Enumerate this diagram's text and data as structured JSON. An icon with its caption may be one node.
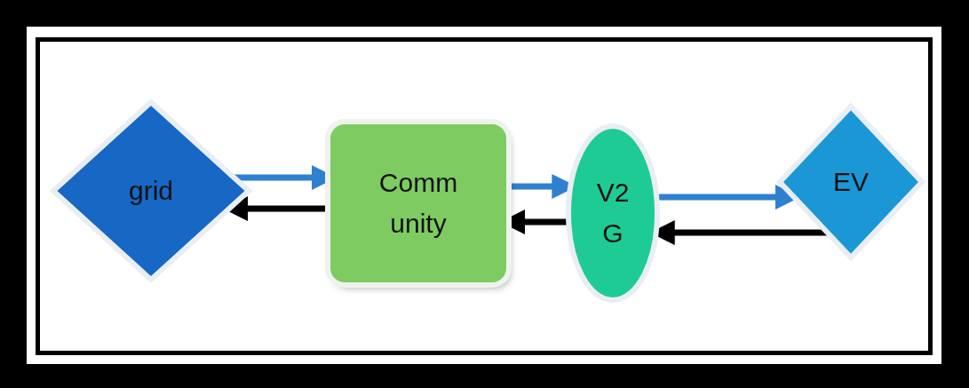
{
  "diagram": {
    "nodes": [
      {
        "text": [
          "grid"
        ]
      },
      {
        "text": [
          "Comm unity"
        ]
      },
      {
        "text": [
          "V2 G"
        ]
      },
      {
        "text": [
          "EV"
        ]
      }
    ],
    "edges": [
      {
        "from": 0,
        "to": 1,
        "arrow": "to",
        "color": "#2f80d0"
      },
      {
        "from": 1,
        "to": 0,
        "arrow": "to",
        "color": "#000000"
      },
      {
        "from": 1,
        "to": 2,
        "arrow": "to",
        "color": "#2f80d0"
      },
      {
        "from": 2,
        "to": 1,
        "arrow": "to",
        "color": "#000000"
      },
      {
        "from": 2,
        "to": 3,
        "arrow": "to",
        "color": "#2f80d0"
      },
      {
        "from": 3,
        "to": 2,
        "arrow": "to",
        "color": "#000000"
      }
    ]
  }
}
